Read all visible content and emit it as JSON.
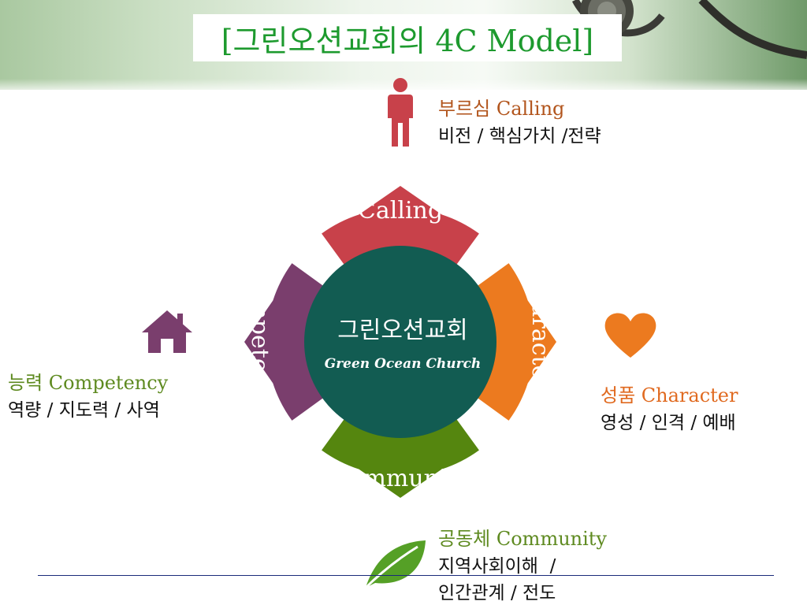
{
  "title": "[그린오션교회의 4C Model]",
  "colors": {
    "calling": "#c8414a",
    "character": "#ec7a1f",
    "community": "#55860f",
    "competency": "#7a3e6d",
    "center": "#125c52",
    "title_green": "#1d9a2e",
    "desc_head_calling": "#b2551d",
    "desc_head_character": "#e06a20",
    "desc_head_community": "#5e8a20",
    "desc_head_competency": "#5e8a20"
  },
  "center": {
    "title": "그린오션교회",
    "subtitle": "Green Ocean Church"
  },
  "segments": {
    "calling": "Calling",
    "character": "Character",
    "community": "Community",
    "competency": "Competency"
  },
  "descriptions": {
    "calling": {
      "head": "부르심 Calling",
      "body": "비전 / 핵심가치 /전략",
      "icon": "person-icon"
    },
    "character": {
      "head": "성품 Character",
      "body": "영성 / 인격 / 예배",
      "icon": "heart-icon"
    },
    "community": {
      "head": "공동체 Community",
      "body1": "지역사회이해  /",
      "body2": "인간관계 / 전도",
      "icon": "leaf-icon"
    },
    "competency": {
      "head": "능력 Competency",
      "body": "역량 / 지도력 / 사역",
      "icon": "house-icon"
    }
  }
}
